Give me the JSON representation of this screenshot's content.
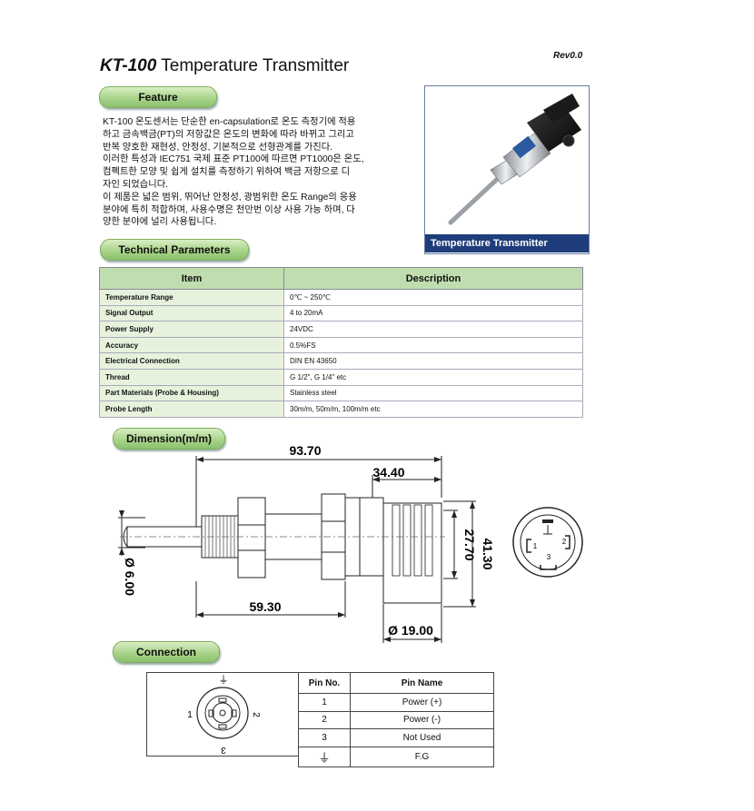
{
  "header": {
    "model": "KT-100",
    "product_name": "Temperature Transmitter",
    "revision": "Rev0.0"
  },
  "sections": {
    "feature": "Feature",
    "technical": "Technical Parameters",
    "dimension": "Dimension(m/m)",
    "connection": "Connection"
  },
  "feature_text": [
    "KT-100 온도센서는  단순한  en-capsulation로 온도 측정기에 적용",
    "하고 금속백금(PT)의 저항값은 온도의 변화에 따라 바뀌고 그리고",
    "반복 양호한 재현성, 안정성, 기본적으로 선형관계를 가진다.",
    "이러한 특성과 IEC751 국제  표준 PT100에 따르면  PT1000은 온도,",
    "컴펙트한 모양 및 쉽게 설치를 측정하기 위하여 백금 저항으로 디",
    "자인 되었습니다.",
    "이 제품은 넓은 범위, 뛰어난 안정성, 광범위한 온도 Range의 응용",
    "분야에 특히 적합하며, 사용수명은 천만번 이상 사용 가능 하며,  다",
    "양한 분야에 널리 사용됩니다."
  ],
  "photo": {
    "caption": "Temperature Transmitter"
  },
  "tech_table": {
    "headers": [
      "Item",
      "Description"
    ],
    "rows": [
      {
        "item": "Temperature Range",
        "desc": "0℃  ~  250℃"
      },
      {
        "item": "Signal Output",
        "desc": "4 to 20mA"
      },
      {
        "item": "Power Supply",
        "desc": "24VDC"
      },
      {
        "item": "Accuracy",
        "desc": "0.5%FS"
      },
      {
        "item": "Electrical Connection",
        "desc": "DIN EN 43650"
      },
      {
        "item": "Thread",
        "desc": "G 1/2\", G 1/4\" etc"
      },
      {
        "item": "Part Materials  (Probe & Housing)",
        "desc": "Stainless steel"
      },
      {
        "item": "Probe Length",
        "desc": "30m/m, 50m/m, 100m/m etc"
      }
    ]
  },
  "dimensions": {
    "overall_length": "93.70",
    "housing_length": "34.40",
    "probe_to_nut": "59.30",
    "housing_height": "27.70",
    "connector_height": "41.30",
    "housing_diameter": "Ø 19.00",
    "probe_diameter": "Ø 6.00",
    "connector_pins": [
      "1",
      "2",
      "3"
    ]
  },
  "connection_table": {
    "headers": [
      "Pin No.",
      "Pin Name"
    ],
    "rows": [
      {
        "pin": "1",
        "name": "Power (+)"
      },
      {
        "pin": "2",
        "name": "Power (-)"
      },
      {
        "pin": "3",
        "name": "Not Used"
      },
      {
        "pin": "⏚",
        "name": "F.G"
      }
    ],
    "diagram_labels": [
      "1",
      "2",
      "3",
      "⏚"
    ]
  }
}
